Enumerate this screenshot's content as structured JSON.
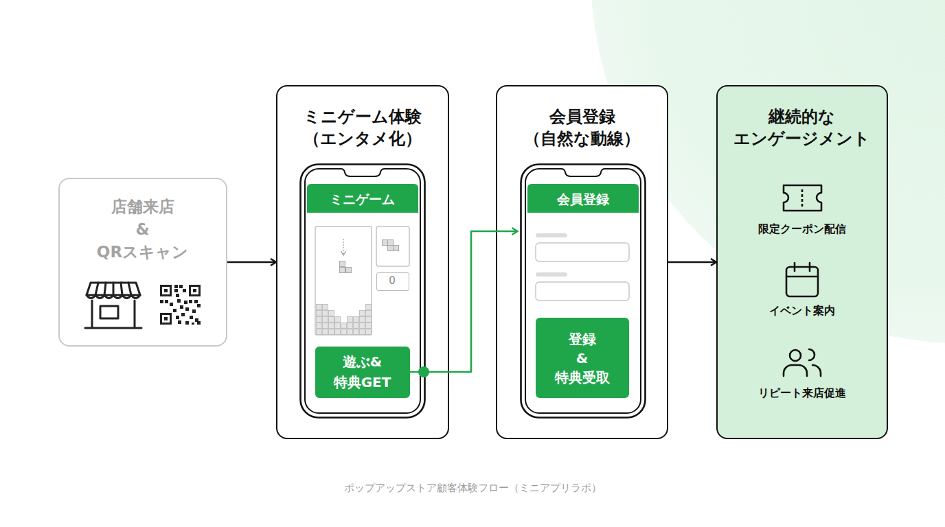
{
  "diagram": {
    "caption": "ポップアップストア顧客体験フロー（ミニアプリラボ）",
    "nodes": [
      {
        "text": [
          "店舗来店 & QRスキャン"
        ]
      },
      {
        "text": [
          "ミニゲーム体験 （エンタメ化）"
        ]
      },
      {
        "text": [
          "ミニゲーム"
        ],
        "in": 1
      },
      {
        "text": [
          "0"
        ],
        "in": 2
      },
      {
        "text": [
          "遊ぶ& 特典GET"
        ],
        "in": 2
      },
      {
        "text": [
          "会員登録 （自然な動線）"
        ]
      },
      {
        "text": [
          "会員登録"
        ],
        "in": 5
      },
      {
        "text": [
          "登録 & 特典受取"
        ],
        "in": 6
      },
      {
        "text": [
          "継続的な エンゲージメント",
          "限定クーポン配信",
          "イベント案内",
          "リピート来店促進"
        ]
      }
    ],
    "edges": [
      {
        "from": 0,
        "to": 1,
        "arrow": "to"
      },
      {
        "from": 4,
        "to": 6,
        "arrow": "to"
      },
      {
        "from": 5,
        "to": 8,
        "arrow": "to"
      }
    ]
  }
}
